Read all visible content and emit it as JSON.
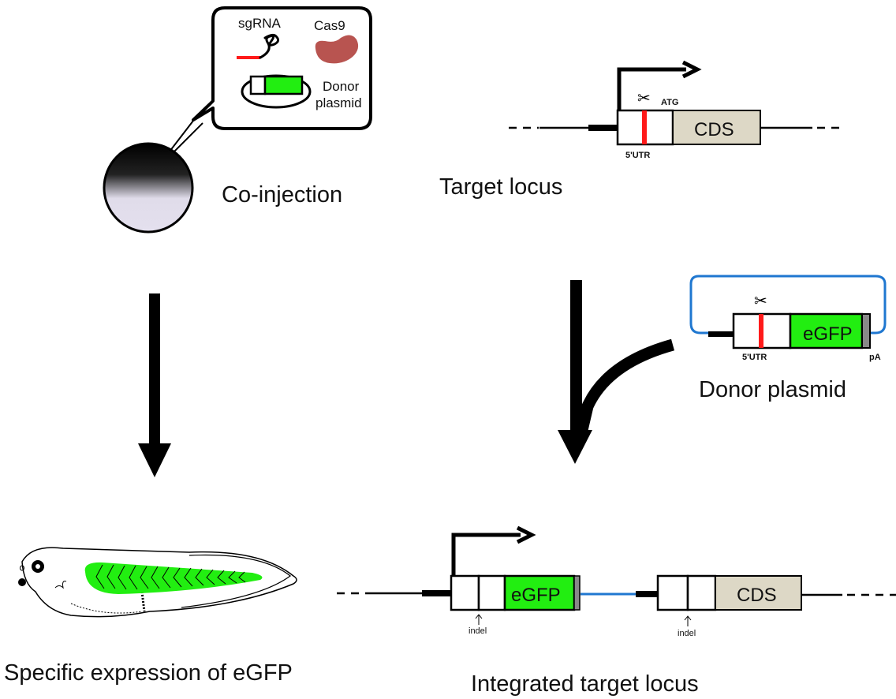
{
  "colors": {
    "egfp": "#22ee11",
    "cds": "#ddd8c6",
    "cut_site": "#ff1a1a",
    "plasmid_backbone": "#1f77d0",
    "cas9": "#b85450",
    "pA": "#888888",
    "sgRNA_spacer": "#ff1a1a"
  },
  "injection_panel": {
    "bubble_items": {
      "sgrna_label": "sgRNA",
      "cas9_label": "Cas9",
      "donor_label_line1": "Donor",
      "donor_label_line2": "plasmid"
    },
    "caption": "Co-injection"
  },
  "target_locus_panel": {
    "atg_label": "ATG",
    "utr_label": "5'UTR",
    "cds_label": "CDS",
    "caption": "Target locus"
  },
  "donor_plasmid_panel": {
    "utr_label": "5'UTR",
    "egfp_label": "eGFP",
    "pa_label": "pA",
    "caption": "Donor plasmid"
  },
  "expression_panel": {
    "caption": "Specific expression of eGFP"
  },
  "integrated_locus_panel": {
    "egfp_label": "eGFP",
    "cds_label": "CDS",
    "indel_label_1": "indel",
    "indel_label_2": "indel",
    "caption": "Integrated target locus"
  }
}
